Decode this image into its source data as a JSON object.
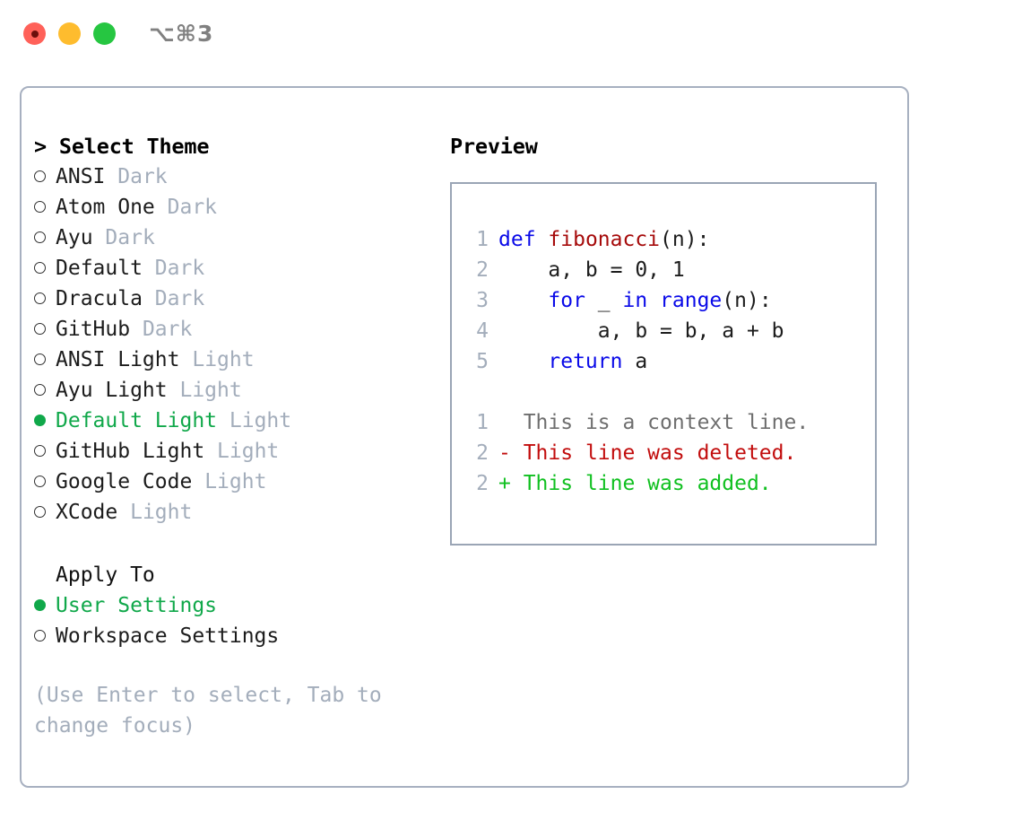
{
  "window": {
    "shortcut": "⌥⌘3",
    "traffic_lights": [
      {
        "name": "close",
        "color": "#ff6159"
      },
      {
        "name": "minimize",
        "color": "#febc2e"
      },
      {
        "name": "maximize",
        "color": "#26c641"
      }
    ]
  },
  "colors": {
    "accent_green": "#10a84a",
    "muted": "#a3adbb",
    "panel_border": "#a7b0c0",
    "preview_border": "#9aa5b5",
    "keyword_blue": "#0a0ae8",
    "function_red": "#a60b0b",
    "diff_add": "#10c020",
    "diff_del": "#c20d0d"
  },
  "theme_picker": {
    "header": "> Select Theme",
    "items": [
      {
        "marker": "ring",
        "name": "ANSI",
        "kind": "Dark",
        "selected": false
      },
      {
        "marker": "ring",
        "name": "Atom One",
        "kind": "Dark",
        "selected": false
      },
      {
        "marker": "ring",
        "name": "Ayu",
        "kind": "Dark",
        "selected": false
      },
      {
        "marker": "ring",
        "name": "Default",
        "kind": "Dark",
        "selected": false
      },
      {
        "marker": "ring",
        "name": "Dracula",
        "kind": "Dark",
        "selected": false
      },
      {
        "marker": "ring",
        "name": "GitHub",
        "kind": "Dark",
        "selected": false
      },
      {
        "marker": "ring",
        "name": "ANSI Light",
        "kind": "Light",
        "selected": false
      },
      {
        "marker": "ring",
        "name": "Ayu Light",
        "kind": "Light",
        "selected": false
      },
      {
        "marker": "dot",
        "name": "Default Light",
        "kind": "Light",
        "selected": true
      },
      {
        "marker": "ring",
        "name": "GitHub Light",
        "kind": "Light",
        "selected": false
      },
      {
        "marker": "ring",
        "name": "Google Code",
        "kind": "Light",
        "selected": false
      },
      {
        "marker": "ring",
        "name": "XCode",
        "kind": "Light",
        "selected": false
      }
    ]
  },
  "apply_to": {
    "header": "Apply To",
    "options": [
      {
        "marker": "dot",
        "label": "User Settings",
        "selected": true
      },
      {
        "marker": "ring",
        "label": "Workspace Settings",
        "selected": false
      }
    ]
  },
  "hint": "(Use Enter to select, Tab to change focus)",
  "preview": {
    "title": "Preview",
    "code_lines": [
      {
        "no": "1",
        "tokens": [
          {
            "t": "def",
            "c": "kw"
          },
          {
            "t": " ",
            "c": "plain"
          },
          {
            "t": "fibonacci",
            "c": "fn"
          },
          {
            "t": "(n):",
            "c": "plain"
          }
        ]
      },
      {
        "no": "2",
        "tokens": [
          {
            "t": "    a, b = 0, 1",
            "c": "plain"
          }
        ]
      },
      {
        "no": "3",
        "tokens": [
          {
            "t": "    ",
            "c": "plain"
          },
          {
            "t": "for",
            "c": "kw"
          },
          {
            "t": " _ ",
            "c": "plain"
          },
          {
            "t": "in",
            "c": "kw"
          },
          {
            "t": " ",
            "c": "plain"
          },
          {
            "t": "range",
            "c": "kw"
          },
          {
            "t": "(n):",
            "c": "plain"
          }
        ]
      },
      {
        "no": "4",
        "tokens": [
          {
            "t": "        a, b = b, a + b",
            "c": "plain"
          }
        ]
      },
      {
        "no": "5",
        "tokens": [
          {
            "t": "    ",
            "c": "plain"
          },
          {
            "t": "return",
            "c": "kw"
          },
          {
            "t": " a",
            "c": "plain"
          }
        ]
      }
    ],
    "diff_lines": [
      {
        "no": "1",
        "sign": " ",
        "text": " This is a context line.",
        "kind": "ctx"
      },
      {
        "no": "2",
        "sign": "-",
        "text": " This line was deleted.",
        "kind": "del"
      },
      {
        "no": "2",
        "sign": "+",
        "text": " This line was added.",
        "kind": "add"
      }
    ]
  }
}
